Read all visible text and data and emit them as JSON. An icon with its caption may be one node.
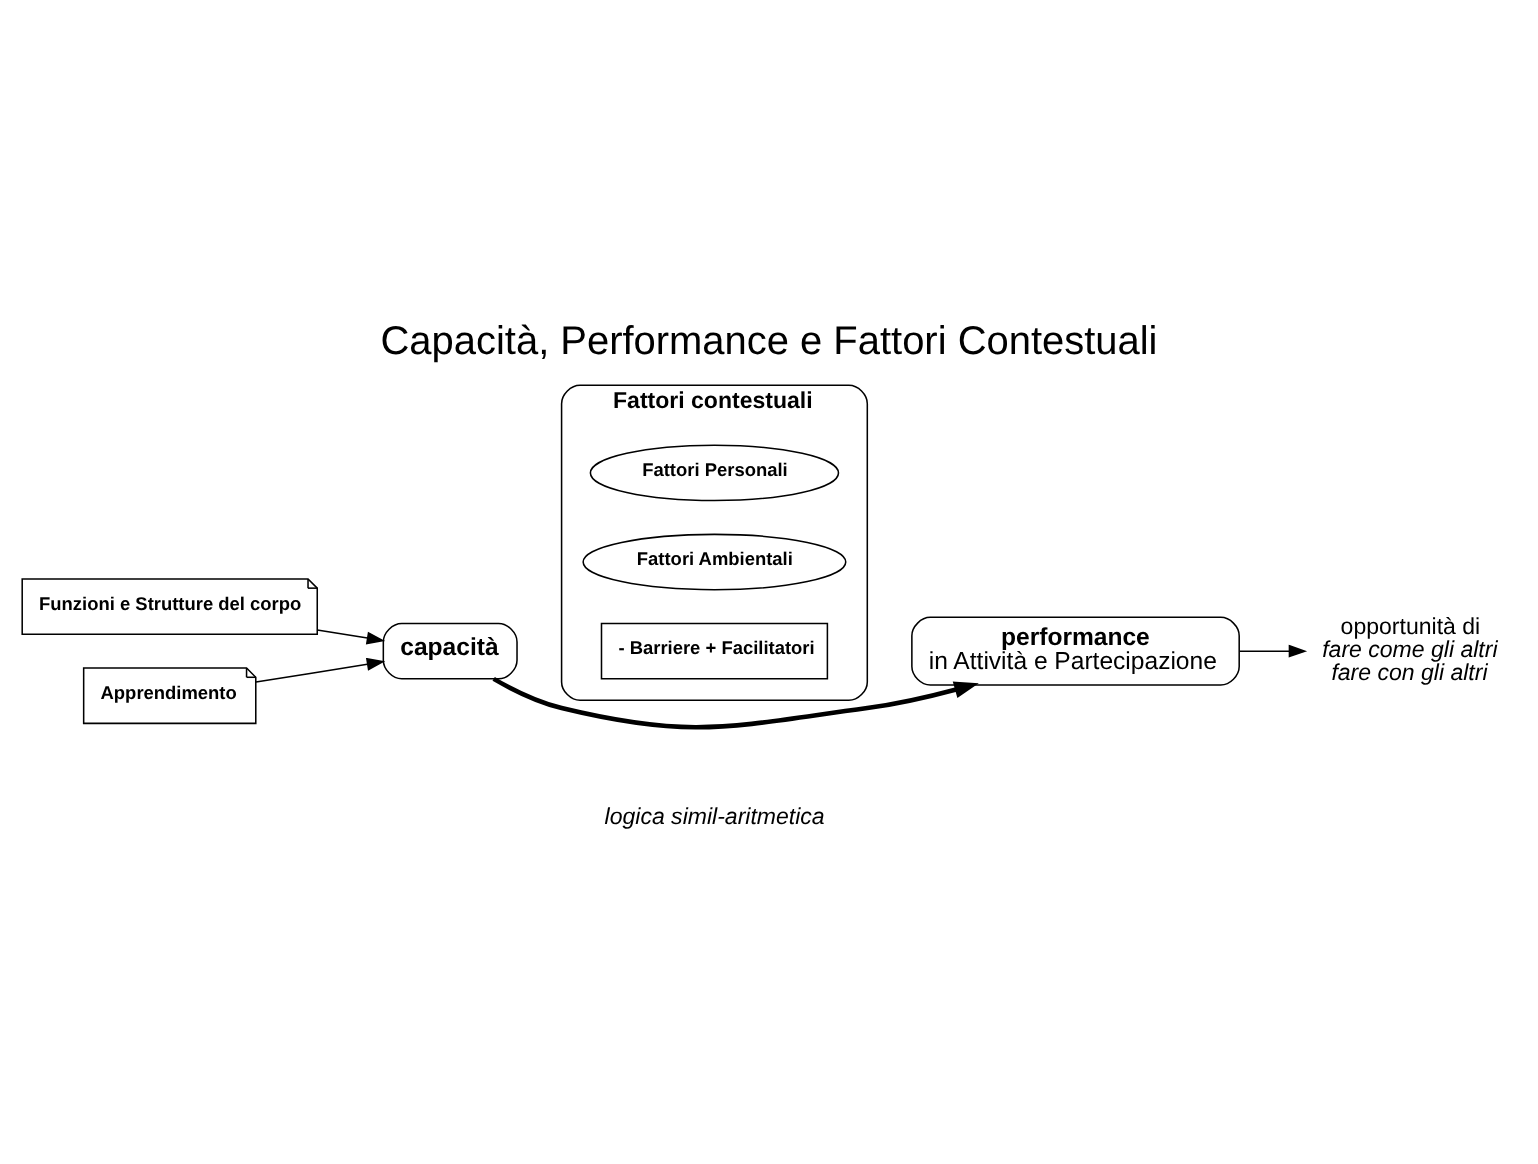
{
  "diagram": {
    "title": "Capacità, Performance e Fattori Contestuali",
    "nodes": [
      {
        "text": [
          "Funzioni e Strutture del corpo"
        ]
      },
      {
        "text": [
          "capacità"
        ]
      },
      {
        "text": [
          "Apprendimento"
        ]
      },
      {
        "text": [
          "Fattori contestuali"
        ]
      },
      {
        "text": [
          "Fattori Personali"
        ],
        "in": 3
      },
      {
        "text": [
          "Fattori Ambientali"
        ],
        "in": 3
      },
      {
        "text": [
          "- Barriere + Facilitatori"
        ],
        "in": 3
      },
      {
        "text": [
          "performance",
          "in Attività e Partecipazione"
        ]
      },
      {
        "text": [
          "opportunità di",
          "fare come gli altri",
          "fare con gli altri"
        ]
      }
    ],
    "edges": [
      {
        "from": 0,
        "to": 1,
        "arrow": "to"
      },
      {
        "from": 2,
        "to": 1,
        "arrow": "to"
      },
      {
        "from": 1,
        "to": 7,
        "arrow": "to",
        "style": "thick"
      },
      {
        "from": 7,
        "to": 8,
        "arrow": "to"
      }
    ],
    "labels": [
      "logica simil-aritmetica"
    ]
  }
}
